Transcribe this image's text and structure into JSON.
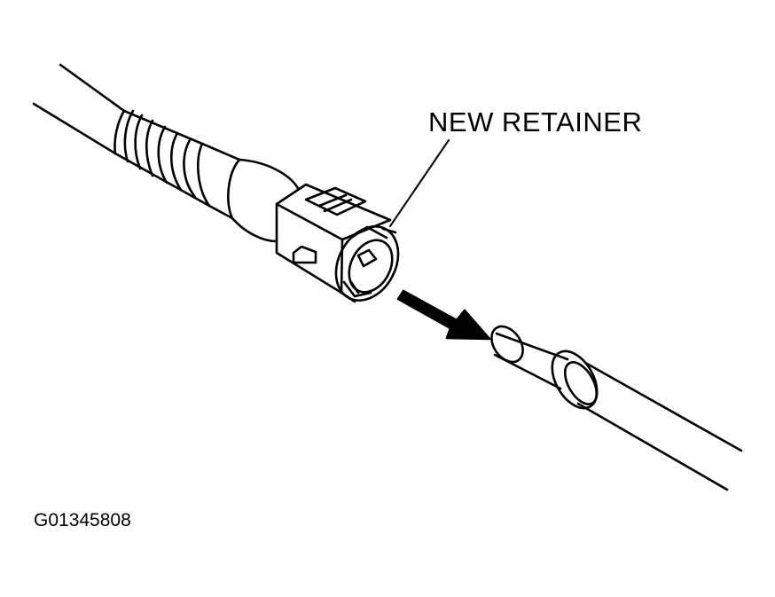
{
  "diagram": {
    "callout_label": "NEW RETAINER",
    "figure_id": "G01345808",
    "colors": {
      "ink": "#000000",
      "paper": "#ffffff"
    },
    "parts": [
      "fuel-line-left",
      "quick-connector",
      "retainer",
      "direction-arrow",
      "fuel-tube-right"
    ]
  }
}
